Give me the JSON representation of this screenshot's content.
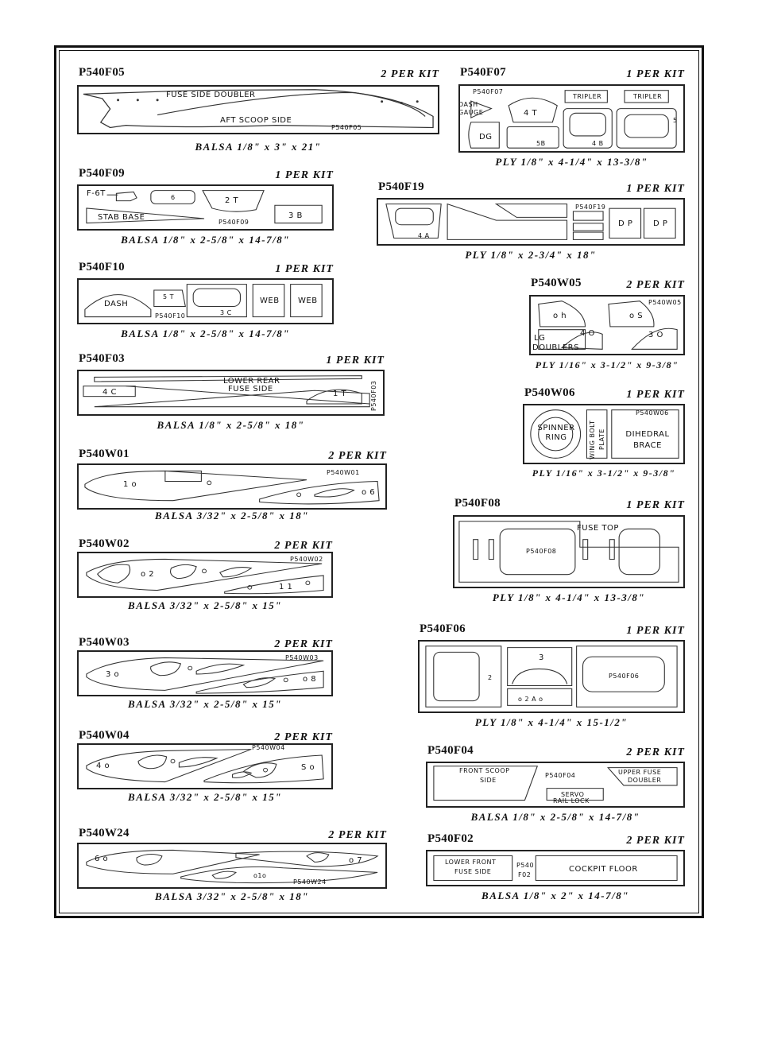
{
  "sheets": {
    "f05": {
      "part": "P540F05",
      "qty": "2 PER KIT",
      "material": "BALSA 1/8\" x 3\" x 21\"",
      "labels": [
        "FUSE SIDE DOUBLER",
        "AFT SCOOP SIDE",
        "P540F05"
      ]
    },
    "f07": {
      "part": "P540F07",
      "qty": "1 PER KIT",
      "material": "PLY 1/8\" x 4-1/4\" x 13-3/8\"",
      "labels": [
        "P540F07",
        "DASH",
        "GAUGE",
        "DG",
        "4 T",
        "5B",
        "4 B",
        "TRIPLER",
        "TRIPLER",
        "5"
      ]
    },
    "f09": {
      "part": "P540F09",
      "qty": "1 PER KIT",
      "material": "BALSA 1/8\" x 2-5/8\" x 14-7/8\"",
      "labels": [
        "F-6T",
        "STAB BASE",
        "P540F09",
        "2 T",
        "3 B",
        "6"
      ]
    },
    "f19": {
      "part": "P540F19",
      "qty": "1 PER KIT",
      "material": "PLY 1/8\" x 2-3/4\" x 18\"",
      "labels": [
        "P540F19",
        "4 A",
        "D P",
        "D P"
      ]
    },
    "f10": {
      "part": "P540F10",
      "qty": "1 PER KIT",
      "material": "BALSA 1/8\" x 2-5/8\" x 14-7/8\"",
      "labels": [
        "DASH",
        "5 T",
        "P540F10",
        "3 C",
        "WEB",
        "WEB"
      ]
    },
    "w05": {
      "part": "P540W05",
      "qty": "2 PER KIT",
      "material": "PLY 1/16\" x 3-1/2\" x 9-3/8\"",
      "labels": [
        "P540W05",
        "o h",
        "o S",
        "4 O",
        "3 O",
        "LG",
        "DOUBLERS"
      ]
    },
    "f03": {
      "part": "P540F03",
      "qty": "1 PER KIT",
      "material": "BALSA 1/8\" x 2-5/8\" x 18\"",
      "labels": [
        "LOWER REAR",
        "FUSE SIDE",
        "4 C",
        "1 T",
        "P540F03"
      ]
    },
    "w06": {
      "part": "P540W06",
      "qty": "1 PER KIT",
      "material": "PLY 1/16\" x 3-1/2\" x 9-3/8\"",
      "labels": [
        "SPINNER",
        "RING",
        "WING BOLT",
        "PLATE",
        "P540W06",
        "DIHEDRAL",
        "BRACE"
      ]
    },
    "w01": {
      "part": "P540W01",
      "qty": "2 PER KIT",
      "material": "BALSA 3/32\" x 2-5/8\" x 18\"",
      "labels": [
        "1 o",
        "P540W01",
        "o 6"
      ]
    },
    "f08": {
      "part": "P540F08",
      "qty": "1 PER KIT",
      "material": "PLY 1/8\" x 4-1/4\" x 13-3/8\"",
      "labels": [
        "FUSE TOP",
        "P540F08"
      ]
    },
    "w02": {
      "part": "P540W02",
      "qty": "2 PER KIT",
      "material": "BALSA 3/32\" x 2-5/8\" x 15\"",
      "labels": [
        "o 2",
        "P540W02",
        "1 1"
      ]
    },
    "f06": {
      "part": "P540F06",
      "qty": "1 PER KIT",
      "material": "PLY 1/8\" x 4-1/4\" x 15-1/2\"",
      "labels": [
        "2",
        "3",
        "o 2 A o",
        "P540F06"
      ]
    },
    "w03": {
      "part": "P540W03",
      "qty": "2 PER KIT",
      "material": "BALSA 3/32\" x 2-5/8\" x 15\"",
      "labels": [
        "3 o",
        "P540W03",
        "o 8"
      ]
    },
    "f04": {
      "part": "P540F04",
      "qty": "2 PER KIT",
      "material": "BALSA 1/8\" x 2-5/8\" x 14-7/8\"",
      "labels": [
        "FRONT SCOOP",
        "SIDE",
        "P540F04",
        "SERVO",
        "RAIL LOCK",
        "UPPER FUSE",
        "DOUBLER"
      ]
    },
    "w04": {
      "part": "P540W04",
      "qty": "2 PER KIT",
      "material": "BALSA 3/32\" x 2-5/8\" x 15\"",
      "labels": [
        "4 o",
        "P540W04",
        "S o"
      ]
    },
    "f02": {
      "part": "P540F02",
      "qty": "2 PER KIT",
      "material": "BALSA 1/8\" x 2\" x 14-7/8\"",
      "labels": [
        "LOWER FRONT",
        "FUSE SIDE",
        "P540",
        "F02",
        "COCKPIT FLOOR"
      ]
    },
    "w24": {
      "part": "P540W24",
      "qty": "2 PER KIT",
      "material": "BALSA 3/32\" x 2-5/8\" x 18\"",
      "labels": [
        "6 o",
        "o 7",
        "o1o",
        "P540W24"
      ]
    }
  }
}
